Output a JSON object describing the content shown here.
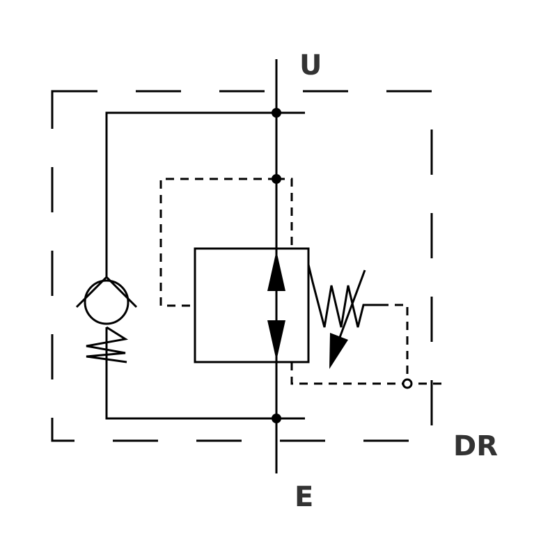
{
  "ports": {
    "top": "U",
    "bottom": "E",
    "drain": "DR"
  },
  "colors": {
    "line": "#000000",
    "label": "#333333",
    "background": "#ffffff"
  },
  "icons": {
    "check_valve": "check-valve-icon",
    "spring": "spring-icon",
    "adjustable_arrow": "adjustment-arrow-icon"
  }
}
